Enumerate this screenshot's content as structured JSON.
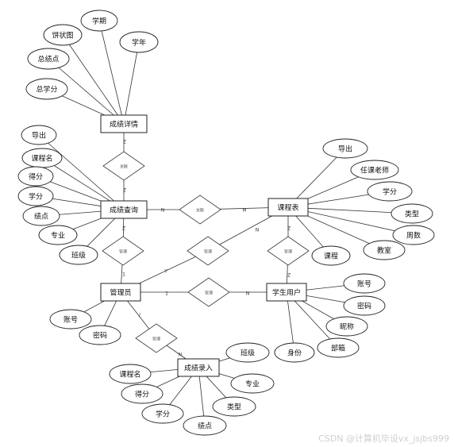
{
  "entities": [
    {
      "id": "cjxq",
      "label": "成绩详情"
    },
    {
      "id": "cjcx",
      "label": "成绩查询"
    },
    {
      "id": "glr",
      "label": "管理员"
    },
    {
      "id": "kcb",
      "label": "课程表"
    },
    {
      "id": "xsyh",
      "label": "学生用户"
    },
    {
      "id": "cjlr",
      "label": "成绩录入"
    }
  ],
  "relations": [
    {
      "id": "r1",
      "label": "关联"
    },
    {
      "id": "r2",
      "label": "关联"
    },
    {
      "id": "r3",
      "label": "管理"
    },
    {
      "id": "r4",
      "label": "管理"
    },
    {
      "id": "r5",
      "label": "管理"
    },
    {
      "id": "r6",
      "label": "管理"
    },
    {
      "id": "r7",
      "label": "管理"
    }
  ],
  "attributes": [
    {
      "id": "a_xq_bz",
      "label": "饼状图",
      "entity": "cjxq"
    },
    {
      "id": "a_xq_xq",
      "label": "学期",
      "entity": "cjxq"
    },
    {
      "id": "a_xq_xn",
      "label": "学年",
      "entity": "cjxq"
    },
    {
      "id": "a_xq_zjd",
      "label": "总绩点",
      "entity": "cjxq"
    },
    {
      "id": "a_xq_zxf",
      "label": "总学分",
      "entity": "cjxq"
    },
    {
      "id": "a_cx_dc",
      "label": "导出",
      "entity": "cjcx"
    },
    {
      "id": "a_cx_kcm",
      "label": "课程名",
      "entity": "cjcx"
    },
    {
      "id": "a_cx_df",
      "label": "得分",
      "entity": "cjcx"
    },
    {
      "id": "a_cx_xf",
      "label": "学分",
      "entity": "cjcx"
    },
    {
      "id": "a_cx_jd",
      "label": "绩点",
      "entity": "cjcx"
    },
    {
      "id": "a_cx_zy",
      "label": "专业",
      "entity": "cjcx"
    },
    {
      "id": "a_cx_bj",
      "label": "班级",
      "entity": "cjcx"
    },
    {
      "id": "a_kc_dc",
      "label": "导出",
      "entity": "kcb"
    },
    {
      "id": "a_kc_rkls",
      "label": "任课老师",
      "entity": "kcb"
    },
    {
      "id": "a_kc_xf",
      "label": "学分",
      "entity": "kcb"
    },
    {
      "id": "a_kc_lx",
      "label": "类型",
      "entity": "kcb"
    },
    {
      "id": "a_kc_zs",
      "label": "周数",
      "entity": "kcb"
    },
    {
      "id": "a_kc_js",
      "label": "教室",
      "entity": "kcb"
    },
    {
      "id": "a_kc_kc",
      "label": "课程",
      "entity": "kcb"
    },
    {
      "id": "a_gl_zh",
      "label": "账号",
      "entity": "glr"
    },
    {
      "id": "a_gl_mm",
      "label": "密码",
      "entity": "glr"
    },
    {
      "id": "a_xs_zh",
      "label": "账号",
      "entity": "xsyh"
    },
    {
      "id": "a_xs_mm",
      "label": "密码",
      "entity": "xsyh"
    },
    {
      "id": "a_xs_nc",
      "label": "昵称",
      "entity": "xsyh"
    },
    {
      "id": "a_xs_bm",
      "label": "部箱",
      "entity": "xsyh"
    },
    {
      "id": "a_xs_sf",
      "label": "身份",
      "entity": "xsyh"
    },
    {
      "id": "a_lr_bj",
      "label": "班级",
      "entity": "cjlr"
    },
    {
      "id": "a_lr_kcm",
      "label": "课程名",
      "entity": "cjlr"
    },
    {
      "id": "a_lr_zy",
      "label": "专业",
      "entity": "cjlr"
    },
    {
      "id": "a_lr_df",
      "label": "得分",
      "entity": "cjlr"
    },
    {
      "id": "a_lr_lx",
      "label": "类型",
      "entity": "cjlr"
    },
    {
      "id": "a_lr_xf",
      "label": "学分",
      "entity": "cjlr"
    },
    {
      "id": "a_lr_jd",
      "label": "绩点",
      "entity": "cjlr"
    }
  ],
  "links": [
    {
      "from": "cjxq",
      "to": "r1",
      "card": "Z"
    },
    {
      "from": "r1",
      "to": "cjcx",
      "card": "Z"
    },
    {
      "from": "cjcx",
      "to": "r2",
      "card": "N"
    },
    {
      "from": "r2",
      "to": "kcb",
      "card": "M"
    },
    {
      "from": "cjcx",
      "to": "r3",
      "card": "Z"
    },
    {
      "from": "r3",
      "to": "glr",
      "card": "1"
    },
    {
      "from": "glr",
      "to": "r4",
      "card": "Y"
    },
    {
      "from": "r4",
      "to": "kcb",
      "card": "N"
    },
    {
      "from": "kcb",
      "to": "r5",
      "card": "Z"
    },
    {
      "from": "r5",
      "to": "xsyh",
      "card": "Z"
    },
    {
      "from": "glr",
      "to": "r6",
      "card": "1"
    },
    {
      "from": "r6",
      "to": "xsyh",
      "card": "N"
    },
    {
      "from": "glr",
      "to": "r7",
      "card": "/"
    },
    {
      "from": "r7",
      "to": "cjlr",
      "card": "N"
    }
  ],
  "watermark": "CSDN @计算机毕设vx_jsjbs999"
}
